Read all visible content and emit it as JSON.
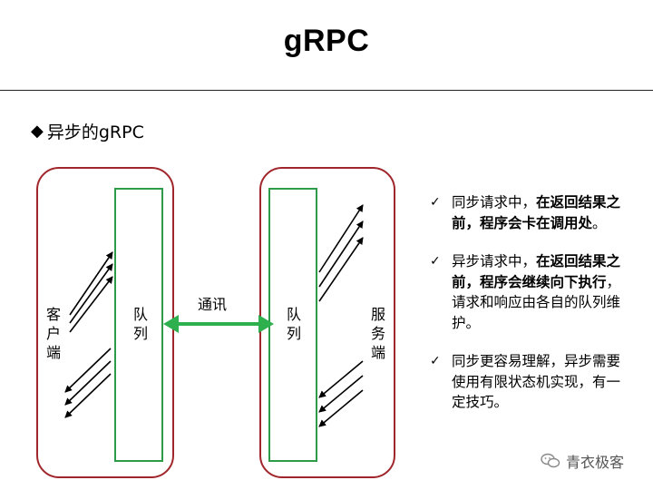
{
  "slide": {
    "title": "gRPC",
    "section_heading": "异步的gRPC"
  },
  "diagram": {
    "client_label": [
      "客",
      "户",
      "端"
    ],
    "client_queue_label": [
      "队",
      "列"
    ],
    "server_queue_label": [
      "队",
      "列"
    ],
    "server_label": [
      "服",
      "务",
      "端"
    ],
    "communication_label": "通讯",
    "colors": {
      "box_border": "#a0262b",
      "queue_border": "#2e9b48",
      "bidirectional_arrow": "#2eb04e",
      "flow_arrows": "#000000"
    }
  },
  "bullets": [
    {
      "plain": "同步请求中，",
      "bold": "在返回结果之前，程序会卡在调用处",
      "tail": "。"
    },
    {
      "plain": "异步请求中，",
      "bold": "在返回结果之前，程序会继续向下执行",
      "tail": "，请求和响应由各自的队列维护。"
    },
    {
      "plain": "同步更容易理解，异步需要使用有限状态机实现，有一定技巧。",
      "bold": "",
      "tail": ""
    }
  ],
  "watermark": {
    "icon": "wechat-icon",
    "text": "青衣极客"
  }
}
